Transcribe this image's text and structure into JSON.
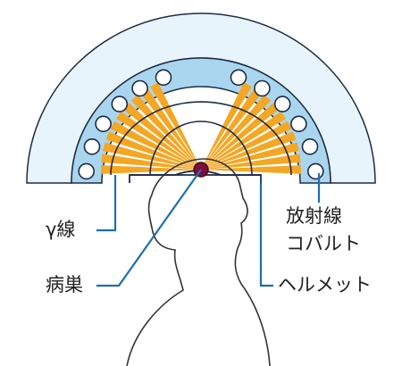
{
  "labels": {
    "gamma_ray": "γ線",
    "lesion": "病巣",
    "cobalt_source_line1": "放射線",
    "cobalt_source_line2": "コバルト",
    "helmet": "ヘルメット"
  },
  "colors": {
    "outer_shield": "#e8f4fb",
    "cobalt_ring": "#a9d6ee",
    "outline": "#1d2b45",
    "beam": "#f5a623",
    "lesion": "#7b0d3d",
    "leader": "#1d6fb0",
    "head_outline": "#333333",
    "helmet_outline": "#1d2b45",
    "source_fill": "#ffffff"
  },
  "cobalt_source_count_per_side": 6
}
